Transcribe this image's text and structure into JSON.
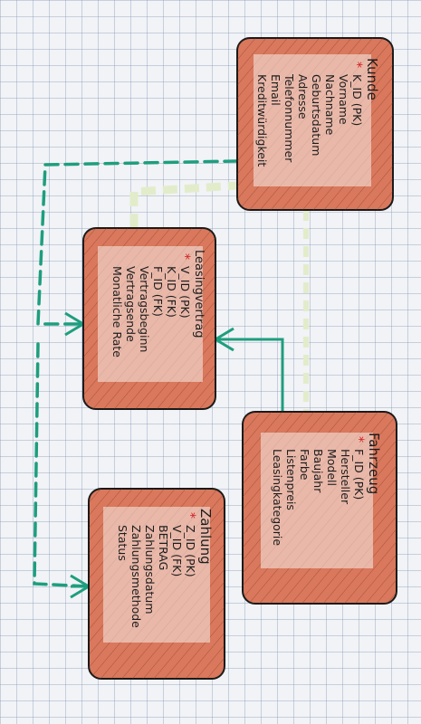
{
  "colors": {
    "fill": "#d9785c",
    "border": "#1a1a1a",
    "hatch": "#7a3520",
    "relation_teal": "#1e9e7e",
    "relation_pale": "#e3ecca",
    "pk_mark": "#d42020"
  },
  "entities": {
    "kunde": {
      "title": "Kunde",
      "attributes": [
        "K_ID (PK)",
        "Vorname",
        "Nachname",
        "Geburtsdatum",
        "Adresse",
        "Telefonnummer",
        "Email",
        "Kreditwürdigkeit"
      ]
    },
    "leasingvertrag": {
      "title": "Leasingvertrag",
      "attributes": [
        "V_ID (PK)",
        "K_ID (FK)",
        "F_ID (FK)",
        "Vertragsbeginn",
        "Vertragsende",
        "Monatliche Rate"
      ]
    },
    "fahrzeug": {
      "title": "Fahrzeug",
      "attributes": [
        "F_ID (PK)",
        "Hersteller",
        "Modell",
        "Baujahr",
        "Farbe",
        "Listenpreis",
        "Leasingkategorie"
      ]
    },
    "zahlung": {
      "title": "Zahlung",
      "attributes": [
        "Z_ID (PK)",
        "V_ID (FK)",
        "BETRAG",
        "Zahlungsdatum",
        "Zahlungsmethode",
        "Status"
      ]
    }
  }
}
